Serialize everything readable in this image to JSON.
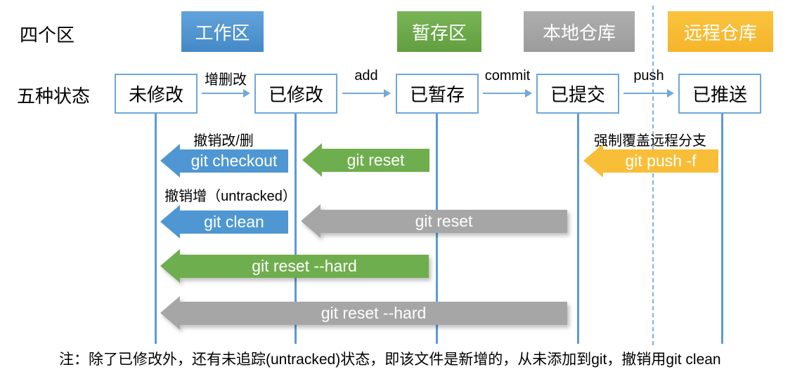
{
  "colors": {
    "blue": "#4f97d3",
    "green": "#6fae4e",
    "gray": "#a6a6a6",
    "yellow": "#f9be37",
    "line": "#5b9bd5"
  },
  "legend": {
    "areas_label": "四个区",
    "states_label": "五种状态"
  },
  "areas": [
    {
      "label": "工作区"
    },
    {
      "label": "暂存区"
    },
    {
      "label": "本地仓库"
    },
    {
      "label": "远程仓库"
    }
  ],
  "states": [
    {
      "label": "未修改"
    },
    {
      "label": "已修改"
    },
    {
      "label": "已暂存"
    },
    {
      "label": "已提交"
    },
    {
      "label": "已推送"
    }
  ],
  "transitions": [
    {
      "label": "增删改"
    },
    {
      "label": "add"
    },
    {
      "label": "commit"
    },
    {
      "label": "push"
    }
  ],
  "annotations": [
    {
      "text": "撤销改/删"
    },
    {
      "text": "强制覆盖远程分支"
    },
    {
      "text": "撤销增（untracked）"
    }
  ],
  "commands": [
    {
      "label": "git checkout"
    },
    {
      "label": "git reset"
    },
    {
      "label": "git push -f"
    },
    {
      "label": "git clean"
    },
    {
      "label": "git reset"
    },
    {
      "label": "git reset --hard"
    },
    {
      "label": "git reset --hard"
    }
  ],
  "note": "注：除了已修改外，还有未追踪(untracked)状态，即该文件是新增的，从未添加到git，撤销用git clean"
}
